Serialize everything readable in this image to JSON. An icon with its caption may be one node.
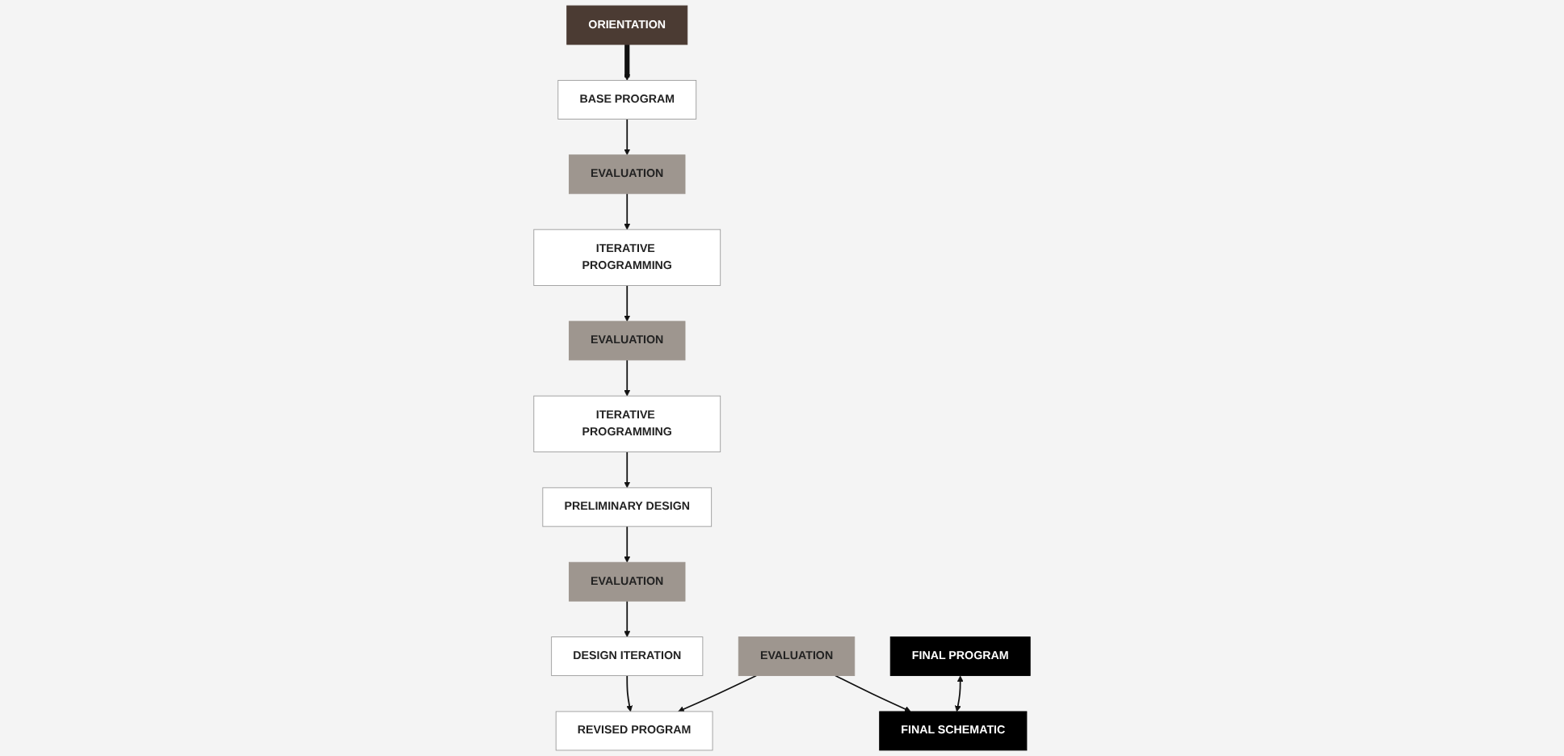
{
  "diagram": {
    "nodes": [
      {
        "text": [
          "ORIENTATION"
        ]
      },
      {
        "text": [
          "BASE PROGRAM"
        ]
      },
      {
        "text": [
          "ITERATIVE PROGRAMMING"
        ]
      },
      {
        "text": [
          "ITERATIVE PROGRAMMING"
        ]
      },
      {
        "text": [
          "REVISED PROGRAM"
        ]
      },
      {
        "text": [
          "FINAL PROGRAM"
        ]
      },
      {
        "text": [
          "EVALUATION"
        ]
      },
      {
        "text": [
          "EVALUATION"
        ]
      },
      {
        "text": [
          "EVALUATION"
        ]
      },
      {
        "text": [
          "EVALUATION"
        ]
      },
      {
        "text": [
          "PRELIMINARY DESIGN"
        ]
      },
      {
        "text": [
          "DESIGN ITERATION"
        ]
      },
      {
        "text": [
          "FINAL SCHEMATIC"
        ]
      }
    ],
    "edges": [
      {
        "from": 0,
        "to": 1,
        "arrow": "to",
        "style": "thick"
      },
      {
        "from": 1,
        "to": 6,
        "arrow": "to"
      },
      {
        "from": 6,
        "to": 2,
        "arrow": "to"
      },
      {
        "from": 2,
        "to": 7,
        "arrow": "to"
      },
      {
        "from": 7,
        "to": 3,
        "arrow": "to"
      },
      {
        "from": 3,
        "to": 10,
        "arrow": "to"
      },
      {
        "from": 10,
        "to": 8,
        "arrow": "to"
      },
      {
        "from": 8,
        "to": 11,
        "arrow": "to"
      },
      {
        "from": 11,
        "to": 4,
        "arrow": "to"
      },
      {
        "from": 9,
        "to": 4,
        "arrow": "to"
      },
      {
        "from": 9,
        "to": 12,
        "arrow": "to"
      },
      {
        "from": 5,
        "to": 12,
        "arrow": "both"
      }
    ]
  }
}
